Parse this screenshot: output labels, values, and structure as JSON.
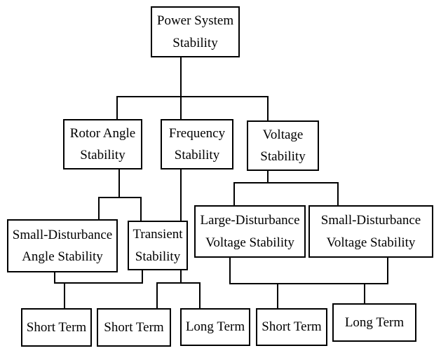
{
  "diagram": {
    "title": "Power system stability classification tree",
    "background_color": "#ffffff",
    "line_color": "#000000",
    "nodes": {
      "root": {
        "label": "Power System Stability",
        "lines": [
          "Power System",
          "Stability"
        ]
      },
      "rotor_angle": {
        "label": "Rotor Angle Stability",
        "lines": [
          "Rotor Angle",
          "Stability"
        ]
      },
      "frequency": {
        "label": "Frequency Stability",
        "lines": [
          "Frequency",
          "Stability"
        ]
      },
      "voltage": {
        "label": "Voltage Stability",
        "lines": [
          "Voltage",
          "Stability"
        ]
      },
      "small_disturbance_angle": {
        "label": "Small-Disturbance Angle Stability",
        "lines": [
          "Small-Disturbance",
          "Angle Stability"
        ]
      },
      "transient": {
        "label": "Transient Stability",
        "lines": [
          "Transient",
          "Stability"
        ]
      },
      "large_disturbance_voltage": {
        "label": "Large-Disturbance Voltage Stability",
        "lines": [
          "Large-Disturbance",
          "Voltage Stability"
        ]
      },
      "small_disturbance_voltage": {
        "label": "Small-Disturbance Voltage Stability",
        "lines": [
          "Small-Disturbance",
          "Voltage Stability"
        ]
      },
      "short_term_rotor": {
        "label": "Short Term",
        "lines": [
          "Short Term"
        ]
      },
      "short_term_frequency": {
        "label": "Short Term",
        "lines": [
          "Short Term"
        ]
      },
      "long_term_frequency": {
        "label": "Long Term",
        "lines": [
          "Long Term"
        ]
      },
      "short_term_voltage": {
        "label": "Short Term",
        "lines": [
          "Short Term"
        ]
      },
      "long_term_voltage": {
        "label": "Long Term",
        "lines": [
          "Long Term"
        ]
      }
    }
  }
}
